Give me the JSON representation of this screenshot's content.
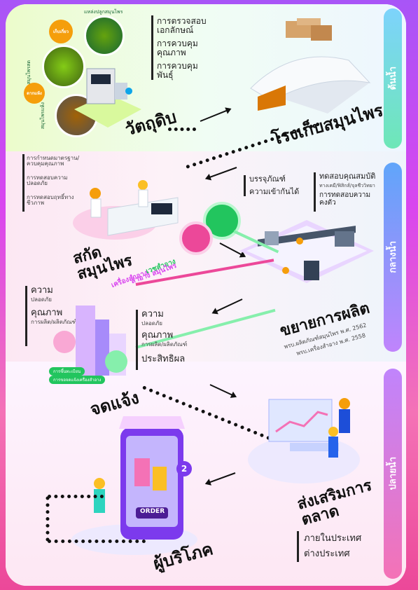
{
  "stages": {
    "upstream": "ต้นน้ำ",
    "midstream": "กลางน้ำ",
    "downstream": "ปลายน้ำ"
  },
  "raw_material": {
    "title": "วัตถุดิบ",
    "labels": [
      "การตรวจสอบเอกลักษณ์",
      "การควบคุมคุณภาพ",
      "การควบคุมพันธุ์"
    ],
    "circle_badges": [
      "เก็บเกี่ยว",
      "ตากแห้ง"
    ],
    "arc_texts": [
      "แหล่งปลูกสมุนไพร",
      "สมุนไพรสด",
      "สมุนไพรแห้ง"
    ]
  },
  "warehouse": {
    "title": "โรงเก็บสมุนไพร"
  },
  "extraction": {
    "title": "สกัดสมุนไพร",
    "labels": [
      "การกำหนดมาตรฐาน/ควบคุมคุณภาพ",
      "การทดสอบความปลอดภัย",
      "การทดสอบฤทธิ์ทางชีวภาพ"
    ],
    "subtitle_a": "เครื่องสำอาง",
    "subtitle_b": "เวชสำอาง",
    "subtitle_c": "สำอาง สมุนไพร"
  },
  "production": {
    "title": "ขยายการผลิต",
    "left_labels": [
      "บรรจุภัณฑ์",
      "ความเข้ากันได้"
    ],
    "right_labels": [
      {
        "main": "ทดสอบคุณสมบัติ",
        "sub": "ทางเคมี/ฟิสิกส์/จุลชีววิทยา"
      },
      {
        "main": "การทดสอบความคงตัว",
        "sub": ""
      }
    ],
    "acts": [
      "พรบ.ผลิตภัณฑ์สมุนไพร พ.ศ. 2562",
      "พรบ.เครื่องสำอาง พ.ศ. 2558"
    ]
  },
  "registration": {
    "title": "จดแจ้ง",
    "left_labels": [
      {
        "main": "ความ",
        "sub": "ปลอดภัย"
      },
      {
        "main": "คุณภาพ",
        "sub": "การผลิต/ผลิตภัณฑ์"
      }
    ],
    "right_labels": [
      {
        "main": "ความ",
        "sub": "ปลอดภัย"
      },
      {
        "main": "คุณภาพ",
        "sub": "การผลิต/ผลิตภัณฑ์"
      },
      {
        "main": "ประสิทธิผล",
        "sub": ""
      }
    ],
    "pills": [
      "การขึ้นทะเบียน",
      "การขอจดแจ้งเครื่องสำอาง"
    ]
  },
  "marketing": {
    "title": "ส่งเสริมการตลาด",
    "labels": [
      "ภายในประเทศ",
      "ต่างประเทศ"
    ]
  },
  "consumer": {
    "title": "ผู้บริโภค",
    "order_label": "ORDER",
    "cart_count": "2"
  },
  "colors": {
    "upstream": "#6ee7b7",
    "midstream": "#c084fc",
    "downstream": "#f472b6",
    "frame": "#a855f7"
  }
}
